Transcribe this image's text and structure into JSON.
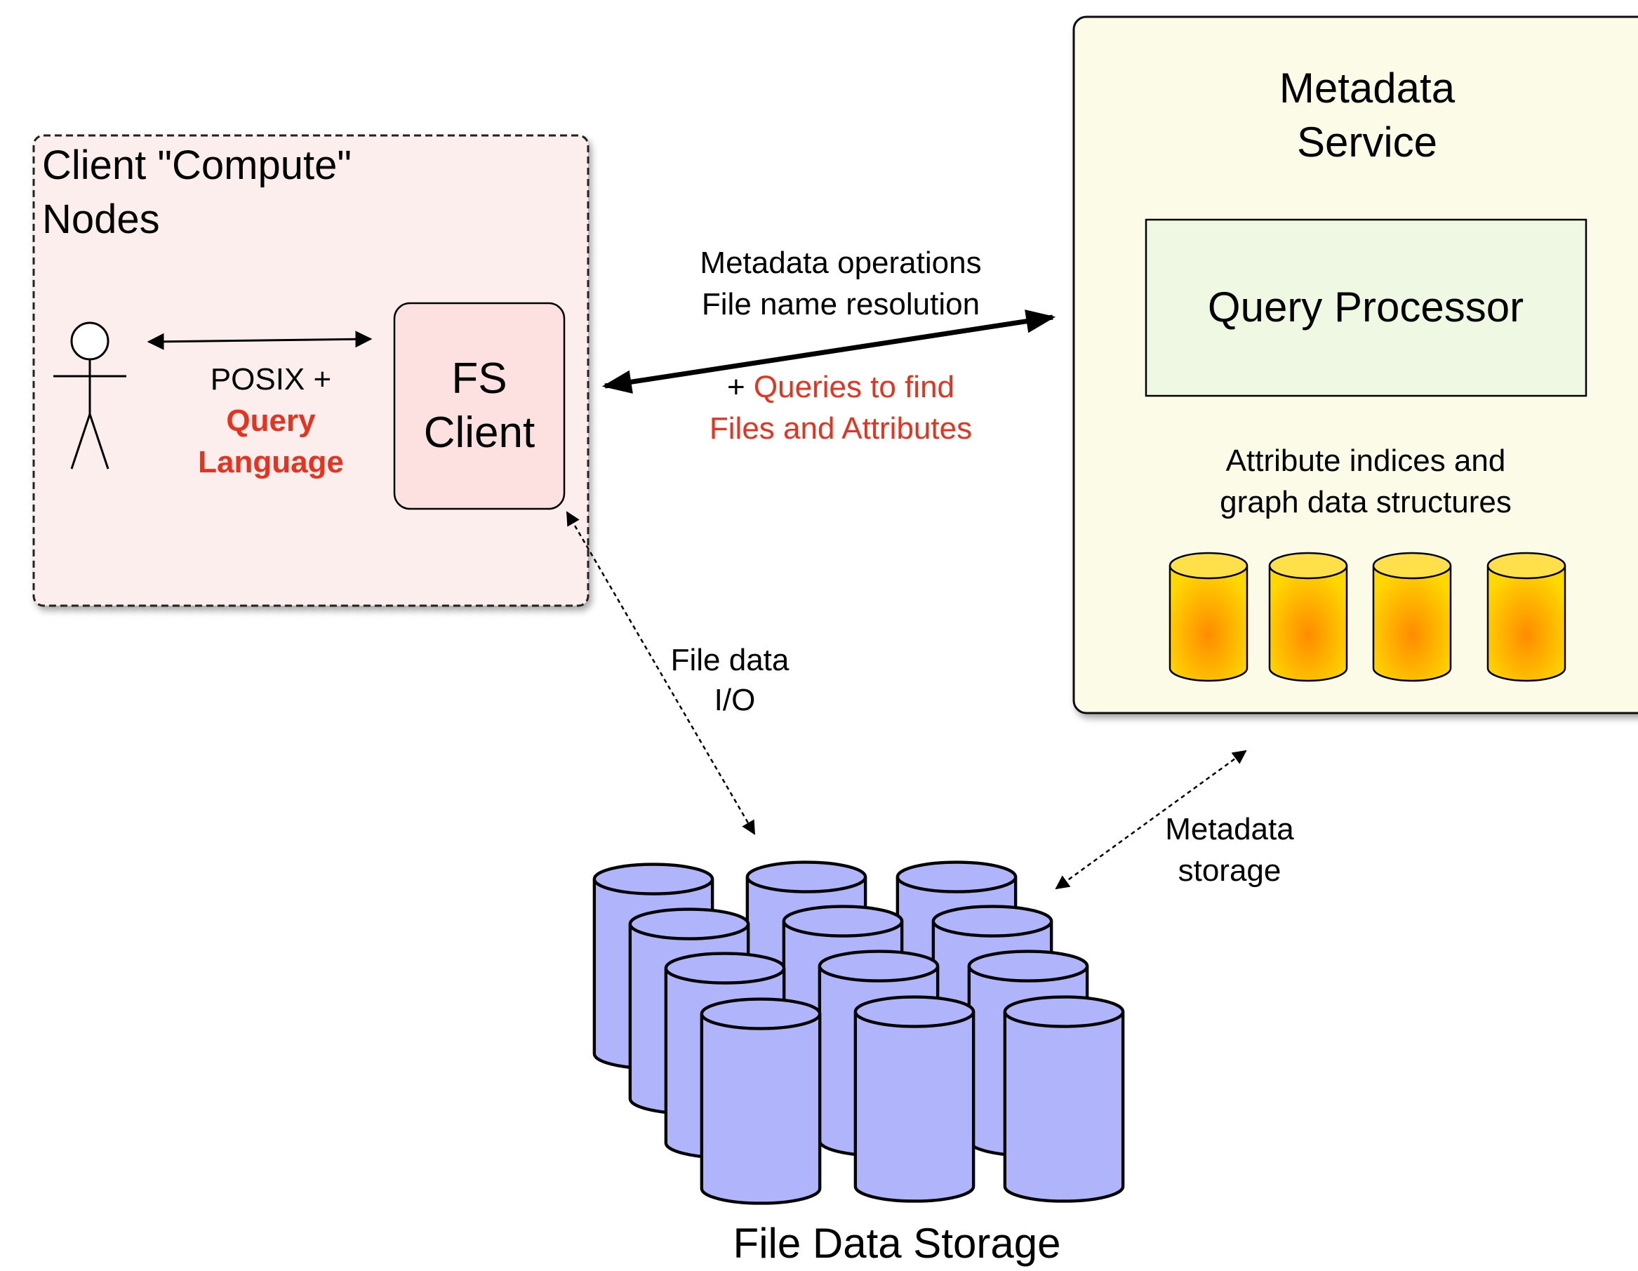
{
  "client_nodes": {
    "title_line1": "Client \"Compute\"",
    "title_line2": "Nodes",
    "posix_line1": "POSIX +",
    "query_line1": "Query",
    "query_line2": "Language",
    "fs_client_line1": "FS",
    "fs_client_line2": "Client"
  },
  "metadata_link": {
    "ops_line1": "Metadata operations",
    "ops_line2": "File name resolution",
    "queries_prefix": "+ ",
    "queries_line1": "Queries to find",
    "queries_line2": "Files and Attributes"
  },
  "metadata_service": {
    "title_line1": "Metadata",
    "title_line2": "Service",
    "query_processor": "Query Processor",
    "indices_line1": "Attribute indices and",
    "indices_line2": "graph data structures"
  },
  "file_io": {
    "line1": "File data",
    "line2": "I/O"
  },
  "metadata_storage": {
    "line1": "Metadata",
    "line2": "storage"
  },
  "file_storage": {
    "label": "File Data Storage"
  },
  "colors": {
    "highlight_red": "#e8321e",
    "client_box_fill": "#fdeeee",
    "fs_client_fill": "#fde0e0",
    "service_fill": "#fcfbe8",
    "query_processor_fill": "#eef8e2",
    "index_db_gradient": [
      "#ff8c00",
      "#ffd800"
    ],
    "storage_db_fill": "#b0b4fb"
  },
  "icons": [
    "stick-figure-icon",
    "database-cylinder-icon"
  ]
}
